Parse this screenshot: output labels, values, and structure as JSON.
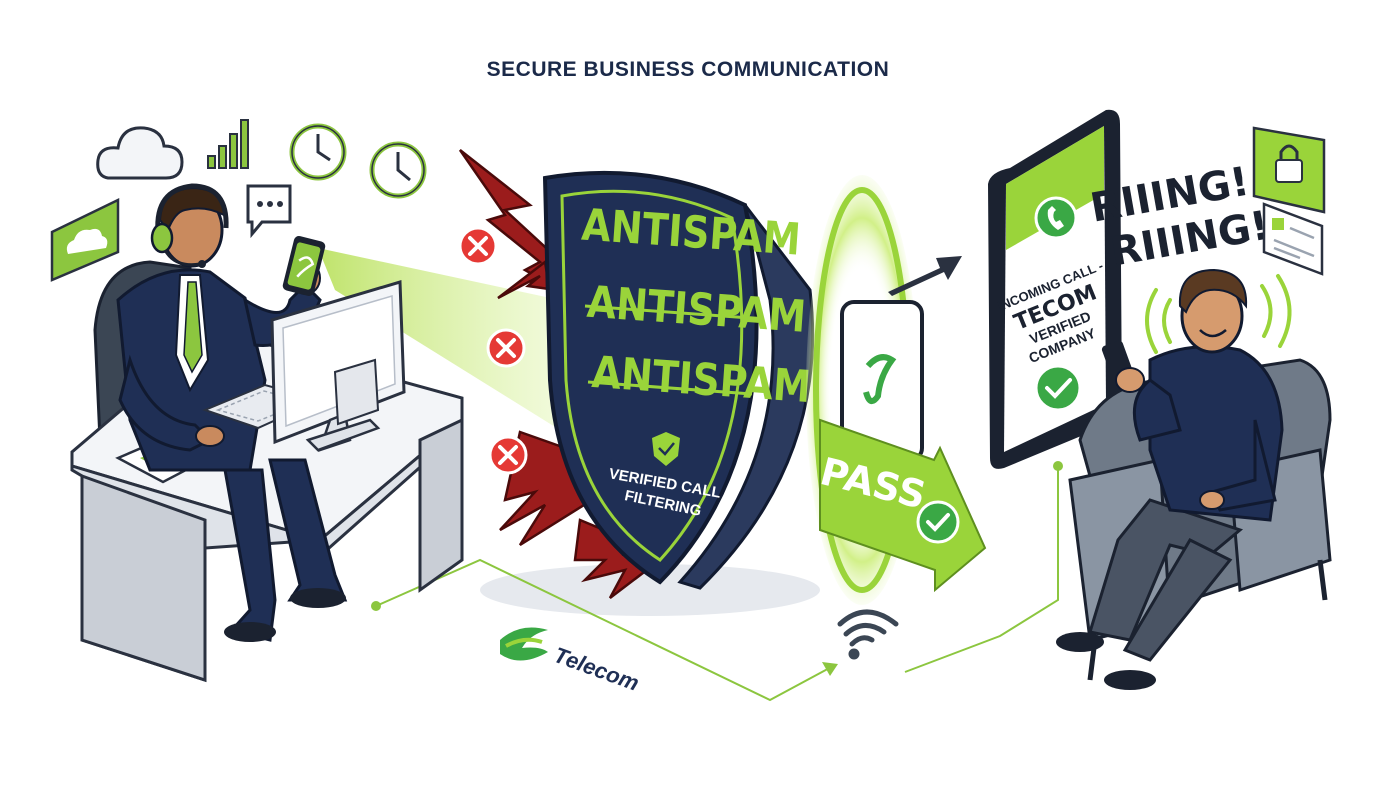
{
  "title": "SECURE BUSINESS COMMUNICATION",
  "shield": {
    "line1": "ANTISPAM",
    "line2": "ANTISPAM",
    "caption_line1": "VERIFIED CALL",
    "caption_line2": "FILTERING"
  },
  "pass_label": "PASS",
  "phone": {
    "line1": "INCOMING CALL -",
    "line2": "TECOM",
    "line3": "VERIFIED",
    "line4": "COMPANY"
  },
  "ring": {
    "line1": "RIIING!",
    "line2": "RIIING!"
  },
  "brand": "Telecom",
  "colors": {
    "accent": "#8cc63f",
    "navy": "#1f2f55",
    "blocked": "#9b1c1c",
    "alert": "#e53935",
    "ok": "#3aa845"
  },
  "icons": [
    "cloud-icon",
    "signal-bars-icon",
    "clock-icon",
    "chat-bubble-icon",
    "lock-icon",
    "contact-card-icon",
    "wifi-icon",
    "check-icon",
    "x-icon"
  ]
}
